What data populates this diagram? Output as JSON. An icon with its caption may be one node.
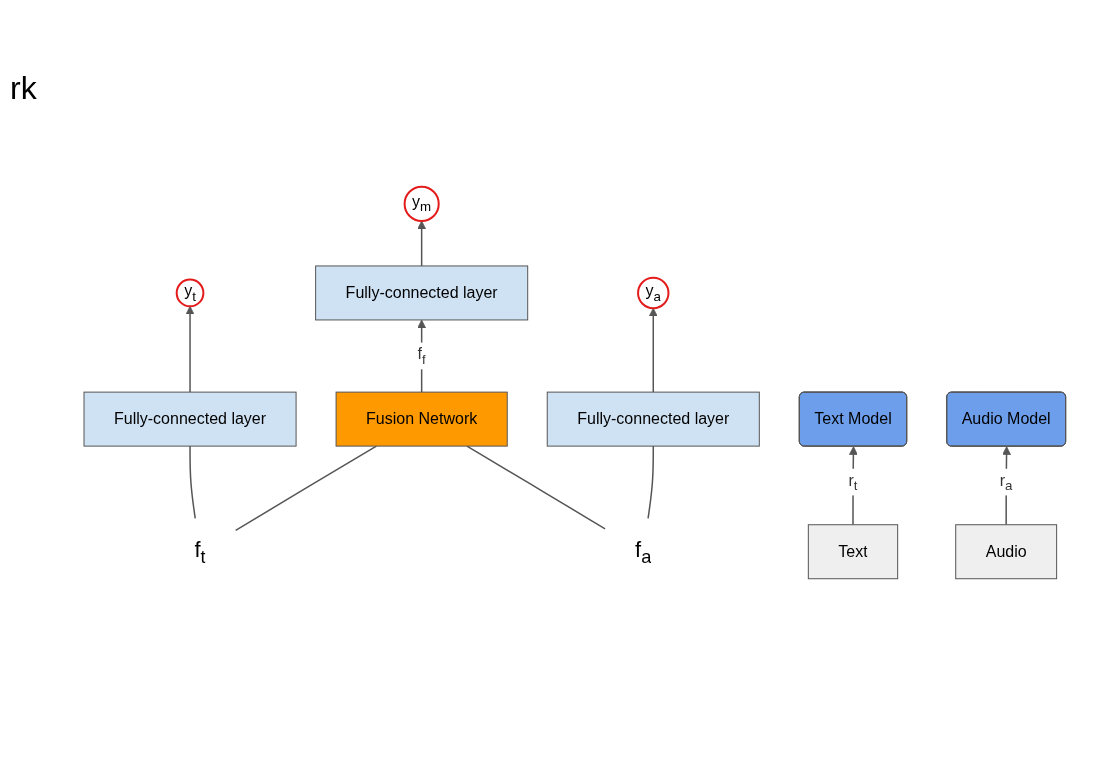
{
  "diagram": {
    "title": "rk",
    "nodes": [
      {
        "text": [
          "y$_{t}$"
        ]
      },
      {
        "text": [
          "y$_{m}$"
        ]
      },
      {
        "text": [
          "y$_{a}$"
        ]
      },
      {
        "text": [
          "Fully-connected layer"
        ]
      },
      {
        "text": [
          "Fully-connected layer"
        ]
      },
      {
        "text": [
          "Fusion Network"
        ]
      },
      {
        "text": [
          "Fully-connected layer"
        ]
      },
      {
        "text": [
          "f$_{t}$"
        ]
      },
      {
        "text": [
          "f$_{a}$"
        ]
      },
      {
        "text": [
          "Text Model"
        ]
      },
      {
        "text": [
          "Audio Model"
        ]
      },
      {
        "text": [
          "Text"
        ]
      },
      {
        "text": [
          "Audio"
        ]
      }
    ],
    "edges": [
      {
        "from": 4,
        "to": 0,
        "arrow": "to"
      },
      {
        "from": 3,
        "to": 1,
        "arrow": "to"
      },
      {
        "from": 6,
        "to": 2,
        "arrow": "to"
      },
      {
        "from": 5,
        "to": 3,
        "arrow": "to",
        "label": "f$_{f}$"
      },
      {
        "from": 7,
        "to": 4,
        "arrow": "none"
      },
      {
        "from": 7,
        "to": 5,
        "arrow": "none"
      },
      {
        "from": 8,
        "to": 5,
        "arrow": "none"
      },
      {
        "from": 8,
        "to": 6,
        "arrow": "none"
      },
      {
        "from": 11,
        "to": 9,
        "arrow": "to",
        "label": "r$_{t}$"
      },
      {
        "from": 12,
        "to": 10,
        "arrow": "to",
        "label": "r$_{a}$"
      }
    ]
  }
}
